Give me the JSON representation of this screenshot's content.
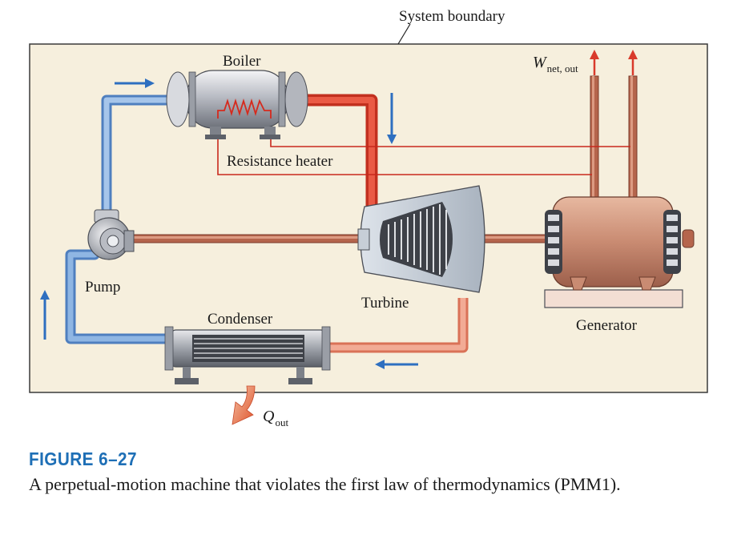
{
  "labels": {
    "system_boundary": "System boundary",
    "boiler": "Boiler",
    "resistance_heater": "Resistance heater",
    "pump": "Pump",
    "turbine": "Turbine",
    "condenser": "Condenser",
    "generator": "Generator",
    "w_main": "W",
    "w_sub": "net, out",
    "q_main": "Q",
    "q_sub": "out"
  },
  "caption": {
    "figure_number": "FIGURE 6–27",
    "text": "A perpetual-motion machine that violates the first law of thermodynamics (PMM1)."
  },
  "colors": {
    "boundary_fill": "#f6efdd",
    "cold_pipe": "#6f9ed6",
    "hot_pipe": "#e0412f",
    "warm_pipe": "#e98c72",
    "shaft": "#b5654c",
    "flow_arrow": "#2e6fc0",
    "work_arrow": "#d93a2b",
    "caption_blue": "#1e6fb6"
  }
}
